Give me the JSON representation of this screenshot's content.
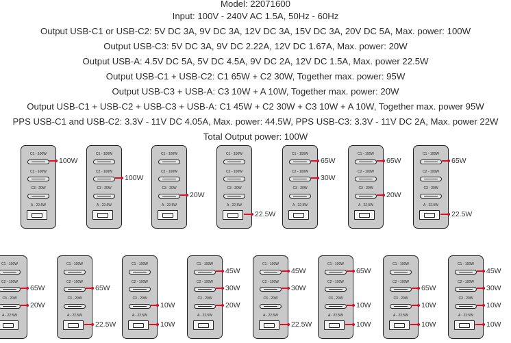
{
  "specs": [
    "Model: 22071600",
    "Input: 100V - 240V AC 1.5A,  50Hz - 60Hz",
    "Output USB-C1 or USB-C2: 5V DC 3A, 9V DC 3A, 12V DC 3A, 15V DC 3A, 20V DC 5A, Max. power: 100W",
    "Output USB-C3: 5V DC 3A, 9V DC 2.22A, 12V DC 1.67A, Max. power: 20W",
    "Output USB-A: 4.5V DC 5A, 5V DC 4.5A, 9V DC 2A, 12V DC 1.5A, Max. power 22.5W",
    "Output USB-C1 + USB-C2: C1 65W + C2 30W, Together max. power: 95W",
    "Output USB-C3 + USB-A: C3 10W + A 10W, Together max. power: 20W",
    "Output USB-C1 + USB-C2 + USB-C3 + USB-A: C1 45W + C2 30W + C3 10W + A 10W, Together max. power 95W",
    "PPS USB-C1 and USB-C2: 3.3V - 11V DC 4.05A, Max. power: 44.5W, PPS USB-C3: 3.3V - 11V DC 2A, Max. power 22W",
    "Total Output power: 100W"
  ],
  "port_labels": [
    "C1 - 100W",
    "C2 - 100W",
    "C3 - 20W",
    "A - 22.5W"
  ],
  "accent_color": "#d8112a",
  "configs": [
    {
      "row": 1,
      "outputs": [
        "100W",
        null,
        null,
        null
      ]
    },
    {
      "row": 1,
      "outputs": [
        null,
        "100W",
        null,
        null
      ]
    },
    {
      "row": 1,
      "outputs": [
        null,
        null,
        "20W",
        null
      ]
    },
    {
      "row": 1,
      "outputs": [
        null,
        null,
        null,
        "22.5W"
      ]
    },
    {
      "row": 1,
      "outputs": [
        "65W",
        "30W",
        null,
        null
      ]
    },
    {
      "row": 1,
      "outputs": [
        "65W",
        null,
        "20W",
        null
      ]
    },
    {
      "row": 1,
      "outputs": [
        "65W",
        null,
        null,
        "22.5W"
      ]
    },
    {
      "row": 2,
      "outputs": [
        null,
        "65W",
        "20W",
        null
      ]
    },
    {
      "row": 2,
      "outputs": [
        null,
        "65W",
        null,
        "22.5W"
      ]
    },
    {
      "row": 2,
      "outputs": [
        null,
        null,
        "10W",
        "10W"
      ]
    },
    {
      "row": 2,
      "outputs": [
        "45W",
        "30W",
        "20W",
        null
      ]
    },
    {
      "row": 2,
      "outputs": [
        "45W",
        "30W",
        null,
        "22.5W"
      ]
    },
    {
      "row": 2,
      "outputs": [
        "65W",
        null,
        "10W",
        "10W"
      ]
    },
    {
      "row": 2,
      "outputs": [
        null,
        "65W",
        "10W",
        "10W"
      ]
    },
    {
      "row": 2,
      "outputs": [
        "45W",
        "30W",
        "10W",
        "10W"
      ]
    }
  ]
}
